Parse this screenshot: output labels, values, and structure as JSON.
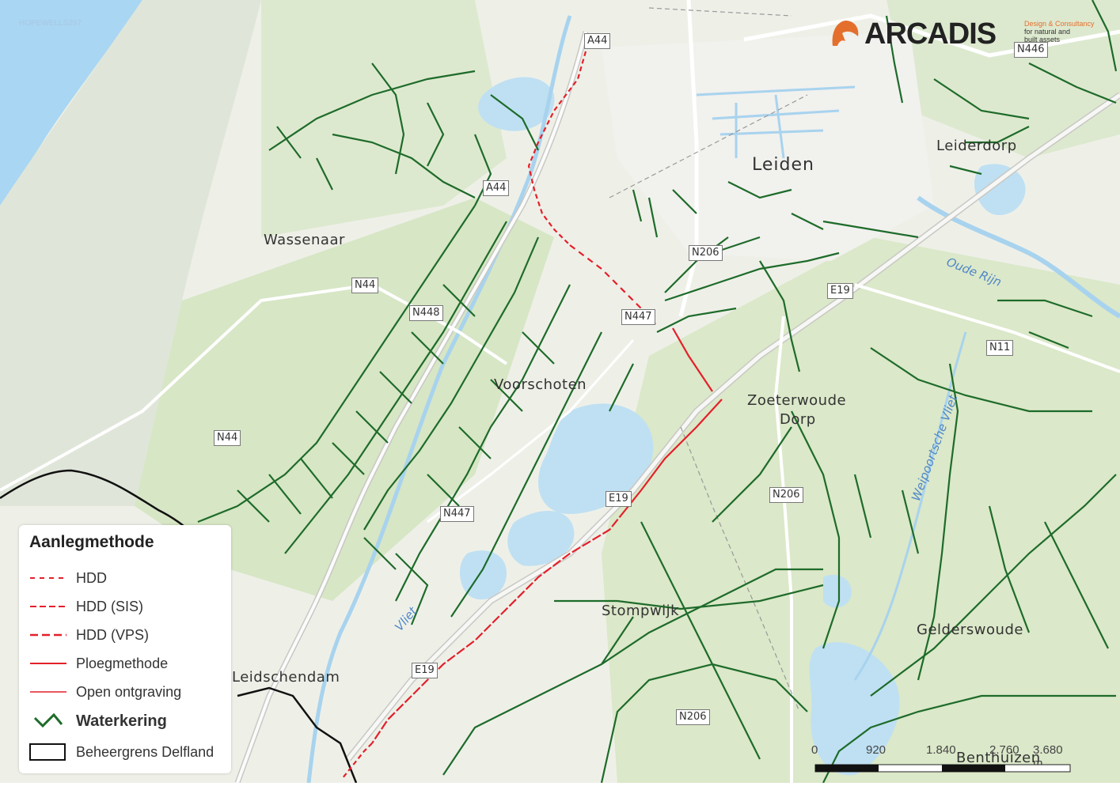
{
  "credit": "HOPEWELLS297",
  "logo": {
    "name": "ARCADIS",
    "tagline_1": "Design & Consultancy",
    "tagline_2": "for natural and",
    "tagline_3": "built assets"
  },
  "places": {
    "leiden": "Leiden",
    "leiderdorp": "Leiderdorp",
    "wassenaar": "Wassenaar",
    "voorschoten": "Voorschoten",
    "zoeterwoude_1": "Zoeterwoude",
    "zoeterwoude_2": "Dorp",
    "stompwijk": "Stompwijk",
    "gelderswoude": "Gelderswoude",
    "leidschendam": "Leidschendam",
    "benthuizen": "Benthuizen"
  },
  "water_labels": {
    "oude_rijn": "Oude Rijn",
    "vliet": "Vliet",
    "weipoortsche_vliet": "Weipoortsche Vliet"
  },
  "road_shields": {
    "a44_top": "A44",
    "a44_mid": "A44",
    "n446": "N446",
    "n206_a": "N206",
    "e19_a": "E19",
    "n11": "N11",
    "n44_a": "N44",
    "n448": "N448",
    "n447_a": "N447",
    "n44_b": "N44",
    "e19_b": "E19",
    "n206_b": "N206",
    "n447_b": "N447",
    "e19_c": "E19",
    "n206_c": "N206"
  },
  "legend": {
    "title": "Aanlegmethode",
    "items": [
      {
        "label": "HDD",
        "style": "dashed",
        "color": "#e4202a"
      },
      {
        "label": "HDD (SIS)",
        "style": "dashed",
        "color": "#e4202a"
      },
      {
        "label": "HDD (VPS)",
        "style": "dashed",
        "color": "#e4202a"
      },
      {
        "label": "Ploegmethode",
        "style": "solid",
        "color": "#e4202a"
      },
      {
        "label": "Open ontgraving",
        "style": "solid",
        "color": "#e4202a"
      },
      {
        "label": "Waterkering",
        "style": "zigzag",
        "color": "#1e6b2a"
      },
      {
        "label": "Beheergrens Delfland",
        "style": "box",
        "color": "#111111"
      }
    ]
  },
  "scale_bar": {
    "ticks": [
      "0",
      "920",
      "1.840",
      "2.760",
      "3.680 m"
    ]
  },
  "colors": {
    "land": "#eef0e8",
    "green": "#d4e4c2",
    "water": "#bfe0f2",
    "sea": "#a9d6f2",
    "road": "#ffffff",
    "waterkering": "#1e6b2a",
    "route": "#e4202a",
    "boundary": "#111111"
  }
}
